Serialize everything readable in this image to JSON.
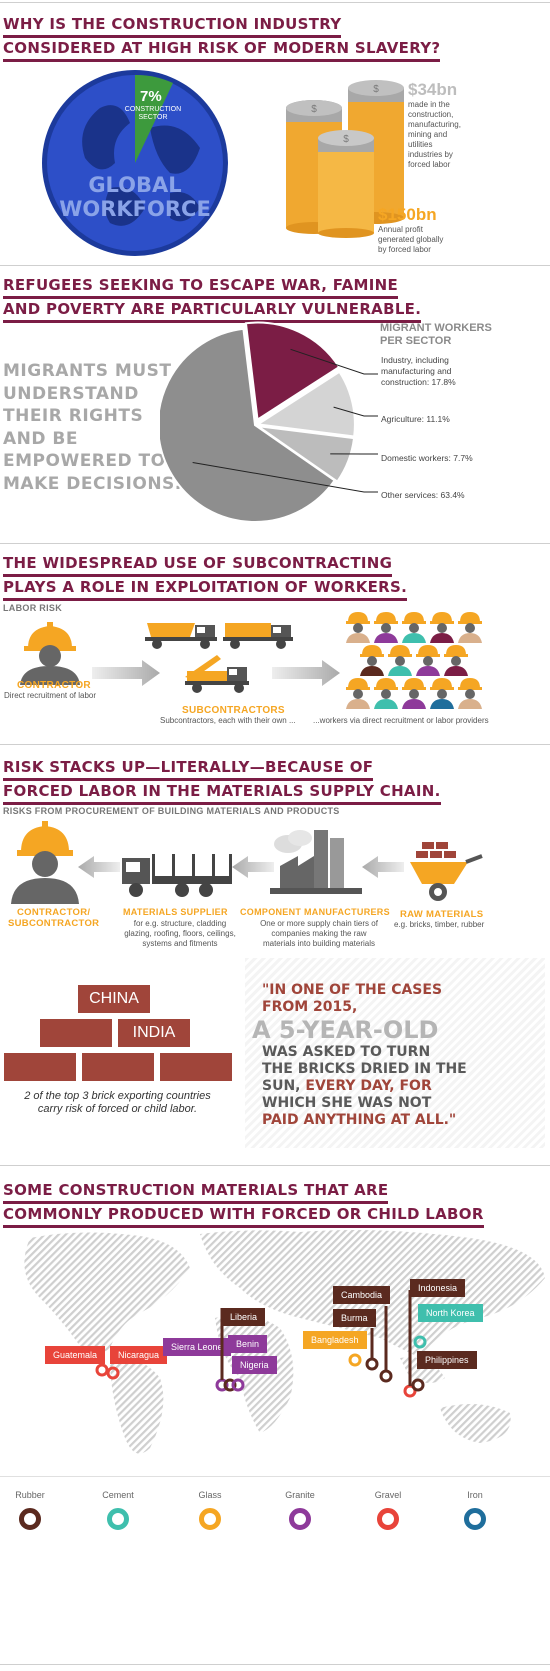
{
  "section1": {
    "title_line1": "WHY IS THE CONSTRUCTION INDUSTRY",
    "title_line2": "CONSIDERED AT HIGH RISK OF MODERN SLAVERY?",
    "globe_percent": "7%",
    "globe_sector_line1": "CONSTRUCTION",
    "globe_sector_line2": "SECTOR",
    "globe_label_line1": "GLOBAL",
    "globe_label_line2": "WORKFORCE",
    "stat1_value": "$34bn",
    "stat1_text": [
      "made in the",
      "construction,",
      "manufacturing,",
      "mining and",
      "utilities",
      "industries by",
      "forced labor"
    ],
    "stat2_value": "$150bn",
    "stat2_text": [
      "Annual profit",
      "generated globally",
      "by forced labor"
    ]
  },
  "section2": {
    "title_line1": "REFUGEES SEEKING TO ESCAPE WAR, FAMINE",
    "title_line2": "AND POVERTY ARE PARTICULARLY VULNERABLE.",
    "quote_lines": [
      "MIGRANTS MUST",
      "UNDERSTAND",
      "THEIR RIGHTS",
      "AND BE",
      "EMPOWERED TO",
      "MAKE DECISIONS."
    ],
    "chart_heading_line1": "MIGRANT WORKERS",
    "chart_heading_line2": "PER SECTOR",
    "label_industry_lines": [
      "Industry, including",
      "manufacturing and",
      "construction: 17.8%"
    ],
    "label_agriculture": "Agriculture: 11.1%",
    "label_domestic": "Domestic workers: 7.7%",
    "label_other": "Other services: 63.4%"
  },
  "chart_data": {
    "type": "pie",
    "title": "MIGRANT WORKERS PER SECTOR",
    "categories": [
      "Industry, including manufacturing and construction",
      "Agriculture",
      "Domestic workers",
      "Other services"
    ],
    "values": [
      17.8,
      11.1,
      7.7,
      63.4
    ],
    "colors": [
      "#7b1d45",
      "#d4d4d4",
      "#bcbcbc",
      "#8e8e8e"
    ]
  },
  "section3": {
    "title_line1": "THE WIDESPREAD USE OF SUBCONTRACTING",
    "title_line2": "PLAYS A ROLE IN EXPLOITATION OF WORKERS.",
    "subheading": "LABOR RISK",
    "contractor_label": "CONTRACTOR",
    "contractor_desc": "Direct recruitment of labor",
    "subcontractors_label": "SUBCONTRACTORS",
    "subcontractors_desc": "Subcontractors, each with their own ...",
    "workers_desc": "...workers via direct recruitment or labor providers"
  },
  "section4": {
    "title_line1": "RISK STACKS UP—LITERALLY—BECAUSE OF",
    "title_line2": "FORCED LABOR IN THE MATERIALS SUPPLY CHAIN.",
    "subheading": "RISKS FROM PROCUREMENT OF BUILDING MATERIALS AND PRODUCTS",
    "contractor_label_line1": "CONTRACTOR/",
    "contractor_label_line2": "SUBCONTRACTOR",
    "supplier_label": "MATERIALS SUPPLIER",
    "supplier_desc": [
      "for e.g. structure, cladding",
      "glazing, roofing, floors, ceilings,",
      "systems and fitments"
    ],
    "component_label": "COMPONENT MANUFACTURERS",
    "component_desc": [
      "One or more supply chain tiers of",
      "companies making the raw",
      "materials into building materials"
    ],
    "raw_label": "RAW MATERIALS",
    "raw_desc": "e.g. bricks, timber, rubber",
    "brick_china": "CHINA",
    "brick_india": "INDIA",
    "brick_caption_line1": "2 of the top 3 brick exporting countries",
    "brick_caption_line2": "carry risk of forced or child labor.",
    "quote_lines": [
      {
        "parts": [
          {
            "text": "\"IN ONE OF THE CASES",
            "style": "red"
          }
        ]
      },
      {
        "parts": [
          {
            "text": "FROM 2015,",
            "style": "red"
          }
        ]
      },
      {
        "parts": [
          {
            "text": "A 5-YEAR-OLD",
            "style": "big"
          }
        ]
      },
      {
        "parts": [
          {
            "text": "WAS ASKED TO TURN",
            "style": "dark"
          }
        ]
      },
      {
        "parts": [
          {
            "text": "THE BRICKS DRIED IN THE",
            "style": "dark"
          }
        ]
      },
      {
        "parts": [
          {
            "text": "SUN, ",
            "style": "dark"
          },
          {
            "text": "EVERY DAY, FOR",
            "style": "red"
          }
        ]
      },
      {
        "parts": [
          {
            "text": "WHICH SHE WAS NOT",
            "style": "dark"
          }
        ]
      },
      {
        "parts": [
          {
            "text": "PAID ANYTHING AT ALL.\"",
            "style": "red"
          }
        ]
      }
    ]
  },
  "section5": {
    "title_line1": "SOME CONSTRUCTION MATERIALS THAT ARE",
    "title_line2": "COMMONLY PRODUCED WITH FORCED OR CHILD LABOR",
    "countries": {
      "guatemala": "Guatemala",
      "nicaragua": "Nicaragua",
      "sierra_leone": "Sierra Leone",
      "liberia": "Liberia",
      "benin": "Benin",
      "nigeria": "Nigeria",
      "cambodia": "Cambodia",
      "burma": "Burma",
      "bangladesh": "Bangladesh",
      "indonesia": "Indonesia",
      "north_korea": "North Korea",
      "philippines": "Philippines"
    },
    "legend": [
      {
        "label": "Rubber",
        "color": "#5b2a1f"
      },
      {
        "label": "Cement",
        "color": "#3fbfad"
      },
      {
        "label": "Glass",
        "color": "#f5a623"
      },
      {
        "label": "Granite",
        "color": "#8e3a9a"
      },
      {
        "label": "Gravel",
        "color": "#e8443a"
      },
      {
        "label": "Iron",
        "color": "#1f6e9c"
      }
    ]
  },
  "colors": {
    "maroon": "#7b1d45",
    "orange": "#f5a623",
    "brick": "#a0453a",
    "gray": "#7a7a7a"
  }
}
